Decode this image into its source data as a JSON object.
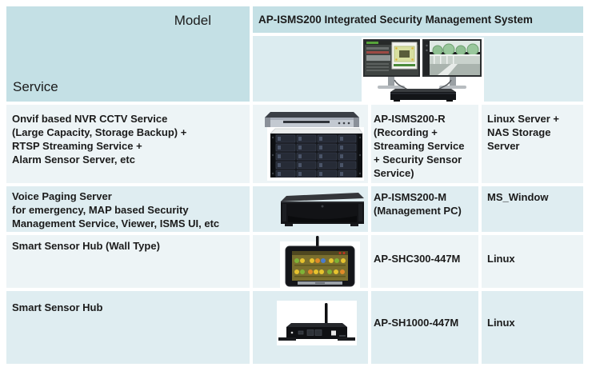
{
  "header": {
    "model_label": "Model",
    "service_label": "Service",
    "system_title": "AP-ISMS200 Integrated Security Management System",
    "system_image": "dual-monitor-workstation-with-rack-server"
  },
  "rows": [
    {
      "service": "Onvif based  NVR CCTV Service\n (Large Capacity, Storage Backup) +\nRTSP Streaming Service +\nAlarm Sensor Server, etc",
      "image": "rack-nvr-and-nas-storage-server",
      "model": "AP-ISMS200-R\n(Recording +\nStreaming Service\n+ Security Sensor\nService)",
      "platform": "Linux Server +\nNAS Storage\nServer"
    },
    {
      "service": "Voice Paging Server\nfor emergency,  MAP based Security\nManagement Service, Viewer, ISMS UI, etc",
      "image": "management-pc-rack-server",
      "model": "AP-ISMS200-M\n(Management PC)",
      "platform": "MS_Window"
    },
    {
      "service": "Smart Sensor Hub (Wall Type)",
      "image": "wall-type-smart-sensor-hub",
      "model": "AP-SHC300-447M",
      "platform": "Linux"
    },
    {
      "service": "Smart Sensor Hub",
      "image": "smart-sensor-hub-box",
      "model": "AP-SH1000-447M",
      "platform": "Linux"
    }
  ],
  "colors": {
    "teal": "#c4e0e5",
    "row_light": "#edf4f6",
    "row_blue": "#dfedf1",
    "monitor_cell": "#dcecf0",
    "text": "#1b1b1b",
    "background": "#ffffff"
  }
}
